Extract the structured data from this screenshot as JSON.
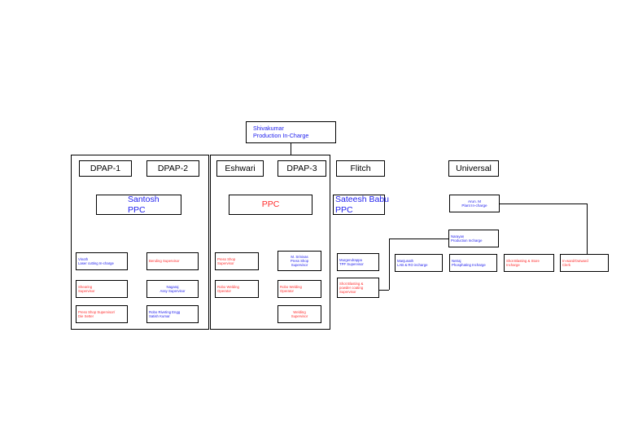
{
  "title_box": {
    "line1": "Shivakumar",
    "line2": "Production In-Charge"
  },
  "colors": {
    "blue": "#2222ee",
    "red": "#ff2d2d",
    "black": "#000000",
    "background": "#ffffff"
  },
  "groups": [
    {
      "name": "group-dpap"
    },
    {
      "name": "group-eshwari"
    }
  ],
  "headers": [
    {
      "label": "DPAP-1"
    },
    {
      "label": "DPAP-2"
    },
    {
      "label": "Eshwari"
    },
    {
      "label": "DPAP-3"
    },
    {
      "label": "Flitch"
    },
    {
      "label": "Universal"
    }
  ],
  "ppc_boxes": [
    {
      "line1": "Santosh",
      "line2": "PPC",
      "color": "blue"
    },
    {
      "line1": "PPC",
      "line2": "",
      "color": "red"
    },
    {
      "line1": "Sateesh Babu",
      "line2": "PPC",
      "color": "blue"
    }
  ],
  "plant_incharge": {
    "line1": "Arun. M",
    "line2": "Plant In-charge",
    "color": "blue"
  },
  "production_incharge": {
    "line1": "Narayan",
    "line2": "Production Incharge",
    "color": "blue"
  },
  "columns": {
    "dpap1": [
      {
        "line1": "Vinoth",
        "line2": "Laser cutting In-charge",
        "line3": "",
        "color": "blue",
        "align": "left"
      },
      {
        "line1": "Shearing",
        "line2": "Supervisor",
        "line3": "",
        "color": "red",
        "align": "left"
      },
      {
        "line1": "Press Shop Supervisor/",
        "line2": "Die Setter",
        "line3": "",
        "color": "red",
        "align": "left"
      }
    ],
    "dpap2": [
      {
        "line1": "Bending Supervisor",
        "line2": "",
        "line3": "",
        "color": "red",
        "align": "left"
      },
      {
        "line1": "Nagaraj",
        "line2": "Assy Supervisor",
        "line3": "",
        "color": "blue",
        "align": "center"
      },
      {
        "line1": "Robo Riveting Engg",
        "line2": "Satish Kumar",
        "line3": "",
        "color": "blue",
        "align": "left"
      }
    ],
    "eshwari": [
      {
        "line1": "Press Shop",
        "line2": "Supervisor",
        "line3": "",
        "color": "red",
        "align": "left"
      },
      {
        "line1": "Robo Welding",
        "line2": "Operator",
        "line3": "",
        "color": "red",
        "align": "left"
      }
    ],
    "dpap3": [
      {
        "line1": "M. Srinivas",
        "line2": "Press Shop",
        "line3": "Supervisor",
        "color": "blue",
        "align": "center"
      },
      {
        "line1": "Robo Welding",
        "line2": "Operator",
        "line3": "",
        "color": "red",
        "align": "left"
      },
      {
        "line1": "Welding",
        "line2": "Supervisor",
        "line3": "",
        "color": "red",
        "align": "center"
      }
    ],
    "flitch": [
      {
        "line1": "Murgendrappa",
        "line2": "TPF Supervisor",
        "line3": "",
        "color": "blue",
        "align": "left"
      },
      {
        "line1": "Shot Blasting &",
        "line2": "powder coating",
        "line3": "Supervisor",
        "color": "red",
        "align": "left"
      }
    ],
    "universal": [
      {
        "line1": "Manjunath",
        "line2": "LAB & RO incharge",
        "line3": "",
        "color": "blue",
        "align": "left"
      },
      {
        "line1": "Netraj",
        "line2": "Phosphating Incharge",
        "line3": "",
        "color": "blue",
        "align": "left"
      },
      {
        "line1": "Shot Blasting & Store",
        "line2": "Incharge",
        "line3": "",
        "color": "red",
        "align": "left"
      },
      {
        "line1": "In-ward/Outward",
        "line2": "Clerk",
        "line3": "",
        "color": "red",
        "align": "left"
      }
    ]
  }
}
